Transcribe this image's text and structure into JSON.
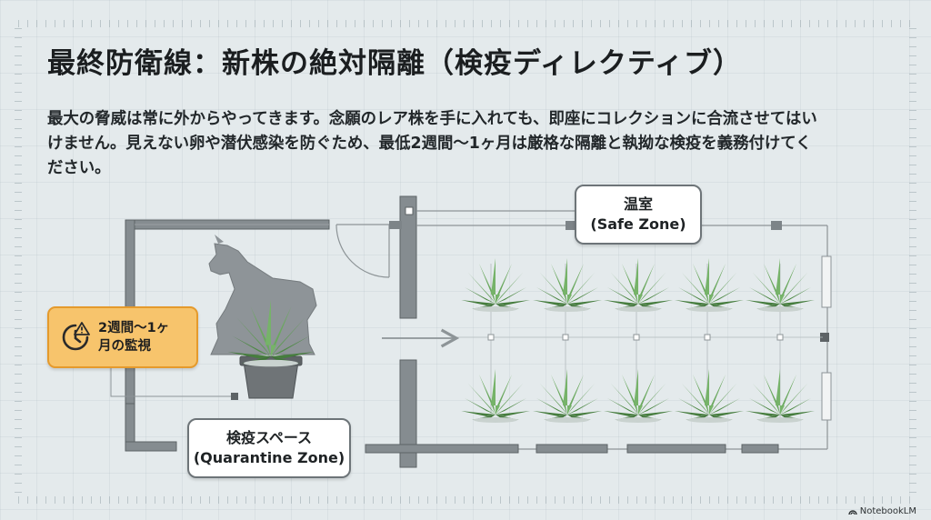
{
  "title": "最終防衛線：新株の絶対隔離（検疫ディレクティブ）",
  "body_lines": [
    "最大の脅威は常に外からやってきます。念願のレア株を手に入れても、即座にコレクションに合流させてはい",
    "けません。見えない卵や潜伏感染を防ぐため、最低2週間〜1ヶ月は厳格な隔離と執拗な検疫を義務付けてく",
    "ださい。"
  ],
  "greenhouse": {
    "name": "温室",
    "subtitle": "(Safe Zone)"
  },
  "quarantine": {
    "name": "検疫スペース",
    "subtitle": "(Quarantine Zone)"
  },
  "monitor_badge": {
    "line1": "2週間〜1ヶ",
    "line2": "月の監視",
    "icon": "clock-alert-icon"
  },
  "watermark": "NotebookLM",
  "colors": {
    "wall": "#858c90",
    "plant_green": "#5f9a54",
    "badge_fill": "#f7c46c",
    "badge_border": "#e59a2c",
    "pot": "#6f7477",
    "horse": "#8e9498"
  }
}
